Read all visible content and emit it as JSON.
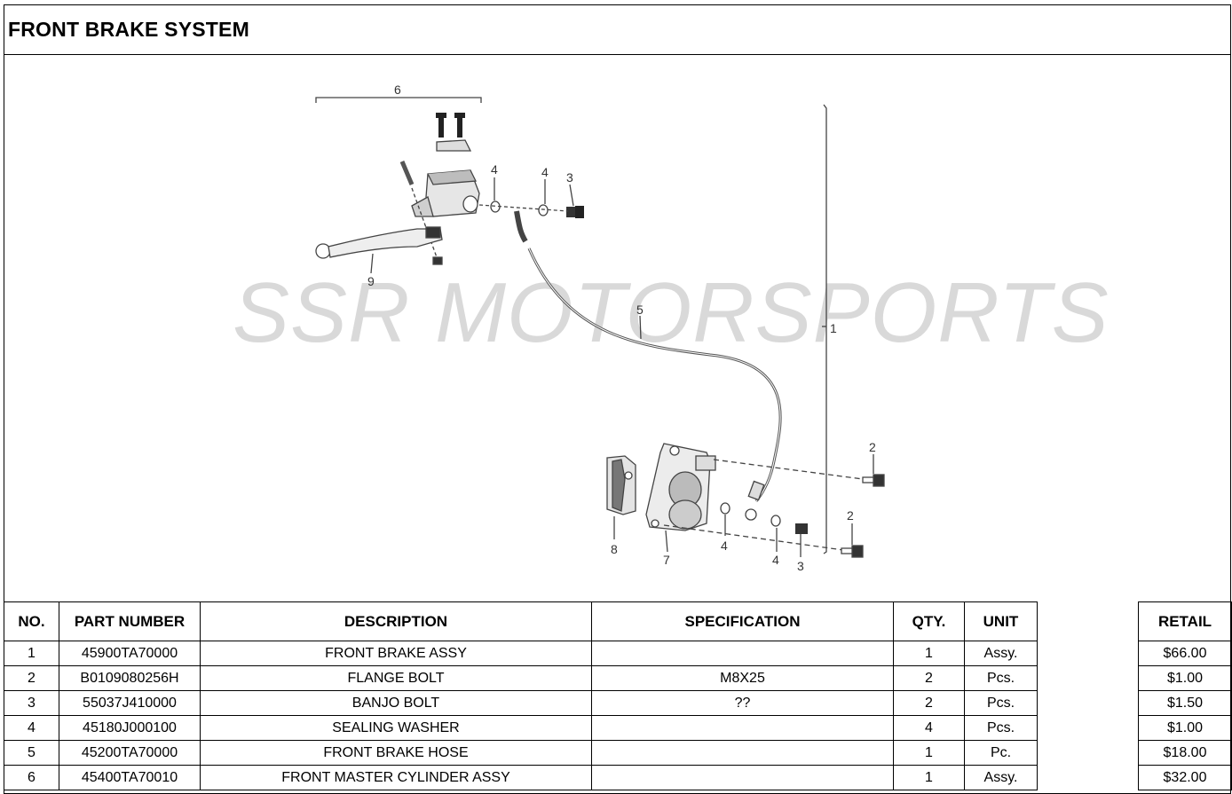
{
  "title": "FRONT BRAKE SYSTEM",
  "watermark": "SSR MOTORSPORTS",
  "callouts": {
    "assy_bracket": "6",
    "washer_a": "4",
    "washer_b": "4",
    "bolt_top": "3",
    "lever": "9",
    "hose": "5",
    "assy_line": "1",
    "flange_bolt_upper": "2",
    "flange_bolt_lower": "2",
    "pad": "8",
    "caliper": "7",
    "washer_c": "4",
    "washer_d": "4",
    "bolt_bottom": "3"
  },
  "table": {
    "headers": {
      "no": "NO.",
      "part_number": "PART NUMBER",
      "description": "DESCRIPTION",
      "specification": "SPECIFICATION",
      "qty": "QTY.",
      "unit": "UNIT",
      "blank": "",
      "retail": "RETAIL"
    },
    "rows": [
      {
        "no": "1",
        "part_number": "45900TA70000",
        "description": "FRONT BRAKE ASSY",
        "specification": "",
        "qty": "1",
        "unit": "Assy.",
        "retail": "$66.00"
      },
      {
        "no": "2",
        "part_number": "B0109080256H",
        "description": "FLANGE BOLT",
        "specification": "M8X25",
        "qty": "2",
        "unit": "Pcs.",
        "retail": "$1.00"
      },
      {
        "no": "3",
        "part_number": "55037J410000",
        "description": "BANJO BOLT",
        "specification": "??",
        "qty": "2",
        "unit": "Pcs.",
        "retail": "$1.50"
      },
      {
        "no": "4",
        "part_number": "45180J000100",
        "description": "SEALING WASHER",
        "specification": "",
        "qty": "4",
        "unit": "Pcs.",
        "retail": "$1.00"
      },
      {
        "no": "5",
        "part_number": "45200TA70000",
        "description": "FRONT BRAKE HOSE",
        "specification": "",
        "qty": "1",
        "unit": "Pc.",
        "retail": "$18.00"
      },
      {
        "no": "6",
        "part_number": "45400TA70010",
        "description": "FRONT MASTER CYLINDER ASSY",
        "specification": "",
        "qty": "1",
        "unit": "Assy.",
        "retail": "$32.00"
      }
    ]
  }
}
